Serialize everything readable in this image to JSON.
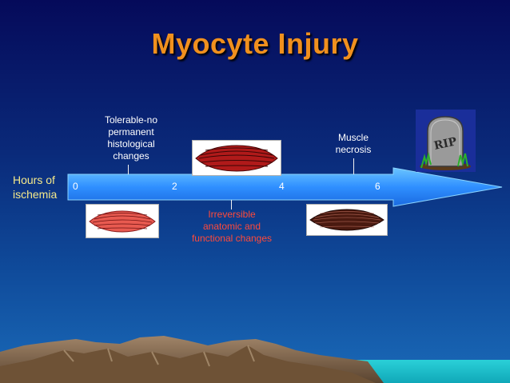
{
  "title": "Myocyte Injury",
  "axis": {
    "label_line1": "Hours of",
    "label_line2": "ischemia",
    "ticks": [
      "0",
      "2",
      "4",
      "6"
    ]
  },
  "annotations": {
    "tolerable": [
      "Tolerable-no",
      "permanent",
      "histological",
      "changes"
    ],
    "irreversible": [
      "Irreversible",
      "anatomic and",
      "functional changes"
    ],
    "necrosis": [
      "Muscle",
      "necrosis"
    ]
  },
  "tombstone_text": "RIP",
  "colors": {
    "title": "#f0901e",
    "axis_label": "#f5e98a",
    "irreversible_text": "#ff4a3a",
    "arrow": "#3aa0ff",
    "muscle_healthy": "#e85a50",
    "muscle_damaged": "#b01a1a",
    "muscle_necrotic": "#4a1a10"
  },
  "icons": [
    "muscle-healthy-icon",
    "muscle-damaged-icon",
    "muscle-necrotic-icon",
    "tombstone-icon"
  ]
}
